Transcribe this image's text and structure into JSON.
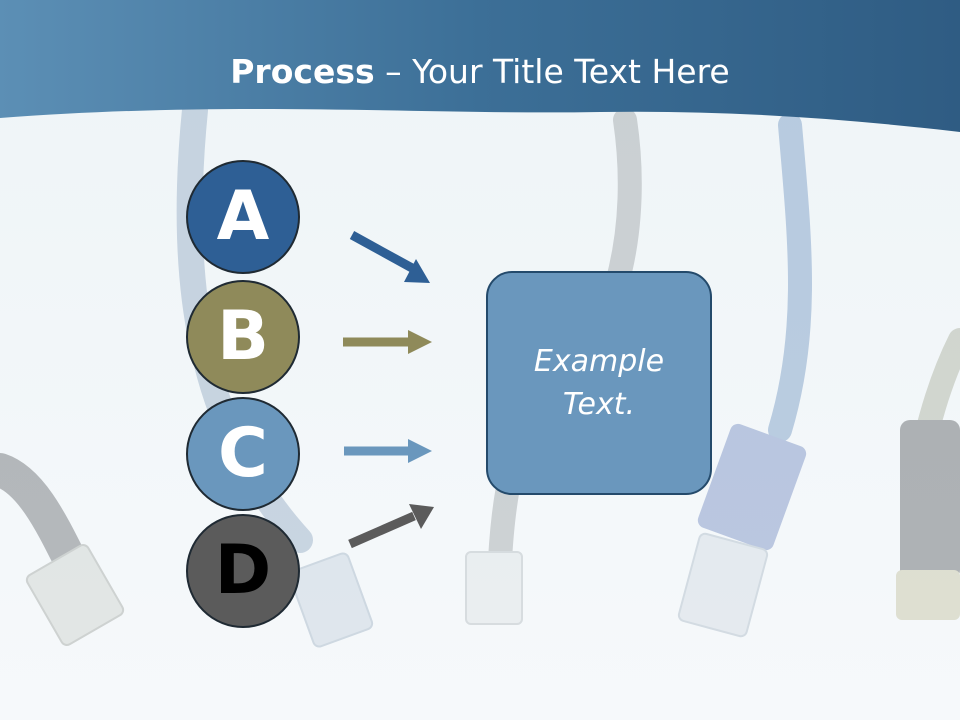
{
  "title": {
    "bold": "Process",
    "rest": " – Your Title Text Here"
  },
  "steps": [
    {
      "letter": "A",
      "color": "#2e5f95",
      "arrow_color": "#2e5f95"
    },
    {
      "letter": "B",
      "color": "#8f8a5a",
      "arrow_color": "#8f8a5a"
    },
    {
      "letter": "C",
      "color": "#6a97bd",
      "arrow_color": "#6a97bd"
    },
    {
      "letter": "D",
      "color": "#5b5b5b",
      "arrow_color": "#5b5b5b"
    }
  ],
  "target": {
    "text": "Example Text.",
    "color": "#6a97bd"
  },
  "header_color": "#3c6f97"
}
